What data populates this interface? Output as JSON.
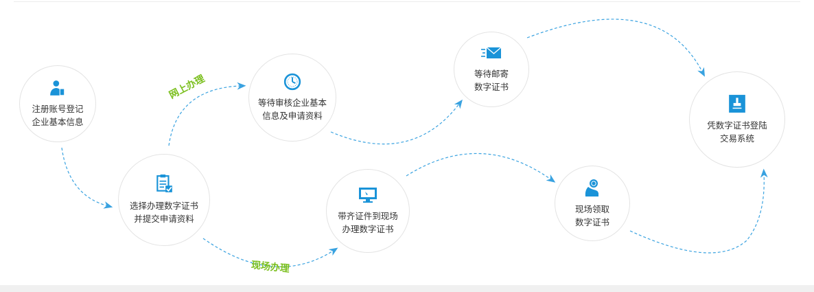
{
  "nodes": [
    {
      "id": "register",
      "lines": [
        "注册账号登记",
        "企业基本信息"
      ],
      "icon": "user-register-icon"
    },
    {
      "id": "select",
      "lines": [
        "选择办理数字证书",
        "并提交申请资料"
      ],
      "icon": "form-check-icon"
    },
    {
      "id": "review",
      "lines": [
        "等待审核企业基本",
        "信息及申请资料"
      ],
      "icon": "clock-icon"
    },
    {
      "id": "mail",
      "lines": [
        "等待邮寄",
        "数字证书"
      ],
      "icon": "mail-icon"
    },
    {
      "id": "onsite",
      "lines": [
        "带齐证件到现场",
        "办理数字证书"
      ],
      "icon": "monitor-icon"
    },
    {
      "id": "pickup",
      "lines": [
        "现场领取",
        "数字证书"
      ],
      "icon": "hand-icon"
    },
    {
      "id": "login",
      "lines": [
        "凭数字证书登陆",
        "交易系统"
      ],
      "icon": "usb-key-icon"
    }
  ],
  "paths": {
    "online": "网上办理",
    "offline": "现场办理"
  },
  "colors": {
    "icon": "#1a93d8",
    "arrow": "#39a2e0",
    "path_label": "#7bbf1e",
    "text": "#333333",
    "circle_border": "#e3e3e3"
  }
}
